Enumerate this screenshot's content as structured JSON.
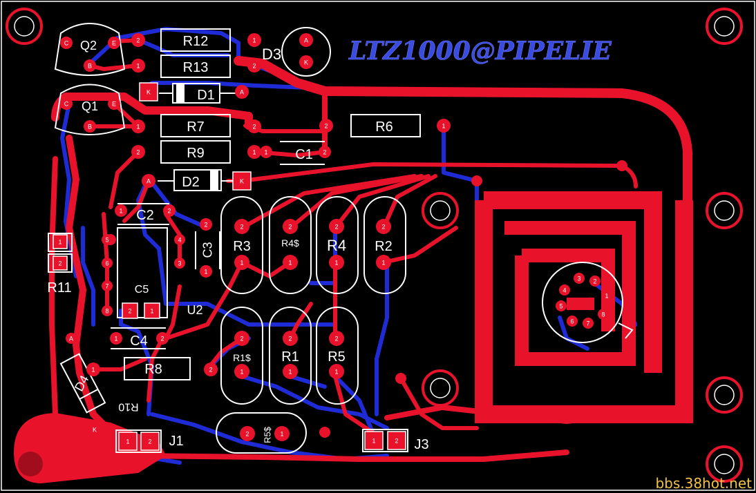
{
  "board": {
    "title": "LTZ1000@PIPELIE",
    "colors": {
      "top_copper": "#e8132b",
      "bottom_copper": "#1f2cd6",
      "silkscreen": "#ffffff",
      "background": "#000000",
      "title": "#3a4be0"
    }
  },
  "components": [
    {
      "ref": "Q2",
      "label": "Q2",
      "pins": [
        "C",
        "E",
        "B"
      ]
    },
    {
      "ref": "Q1",
      "label": "Q1",
      "pins": [
        "C",
        "E",
        "B"
      ]
    },
    {
      "ref": "R12",
      "label": "R12",
      "pins": [
        "2",
        "1"
      ]
    },
    {
      "ref": "R13",
      "label": "R13",
      "pins": [
        "1",
        "2"
      ]
    },
    {
      "ref": "D3",
      "label": "D3",
      "pins": [
        "A",
        "K"
      ]
    },
    {
      "ref": "D1",
      "label": "D1",
      "pins": [
        "K",
        "A"
      ]
    },
    {
      "ref": "R7",
      "label": "R7",
      "pins": [
        "1",
        "2"
      ]
    },
    {
      "ref": "R9",
      "label": "R9",
      "pins": [
        "2",
        "1"
      ]
    },
    {
      "ref": "C1",
      "label": "C1",
      "pins": [
        "1",
        "2"
      ]
    },
    {
      "ref": "R6",
      "label": "R6",
      "pins": [
        "2",
        "1"
      ]
    },
    {
      "ref": "D2",
      "label": "D2",
      "pins": [
        "A",
        "K"
      ]
    },
    {
      "ref": "C2",
      "label": "C2",
      "pins": [
        "1",
        "2"
      ]
    },
    {
      "ref": "C3",
      "label": "C3",
      "pins": [
        "2",
        "1"
      ]
    },
    {
      "ref": "R3",
      "label": "R3",
      "pins": [
        "2",
        "1"
      ]
    },
    {
      "ref": "R4S",
      "label": "R4$",
      "pins": [
        "2",
        "1"
      ]
    },
    {
      "ref": "R4",
      "label": "R4",
      "pins": [
        "2",
        "1"
      ]
    },
    {
      "ref": "R2",
      "label": "R2",
      "pins": [
        "2",
        "1"
      ]
    },
    {
      "ref": "R11",
      "label": "R11",
      "pins": [
        "1",
        "2"
      ]
    },
    {
      "ref": "U2",
      "label": "U2",
      "pins": [
        "1",
        "2",
        "3",
        "4",
        "5",
        "6",
        "7",
        "8"
      ]
    },
    {
      "ref": "C5",
      "label": "C5",
      "pins": [
        "2",
        "1"
      ]
    },
    {
      "ref": "C4",
      "label": "C4",
      "pins": [
        "1",
        "2"
      ]
    },
    {
      "ref": "R1S",
      "label": "R1$",
      "pins": [
        "2",
        "1"
      ]
    },
    {
      "ref": "R1",
      "label": "R1",
      "pins": [
        "2",
        "1"
      ]
    },
    {
      "ref": "R5",
      "label": "R5",
      "pins": [
        "2",
        "1"
      ]
    },
    {
      "ref": "D4",
      "label": "D4",
      "pins": [
        "A",
        "K"
      ]
    },
    {
      "ref": "R8",
      "label": "R8",
      "pins": [
        "1",
        "2"
      ]
    },
    {
      "ref": "R10",
      "label": "R10",
      "pins": []
    },
    {
      "ref": "R5S",
      "label": "R5$",
      "pins": [
        "2",
        "1"
      ]
    },
    {
      "ref": "J1",
      "label": "J1",
      "pins": [
        "1",
        "2"
      ]
    },
    {
      "ref": "J3",
      "label": "J3",
      "pins": [
        "1",
        "2"
      ]
    },
    {
      "ref": "LTZ1000",
      "label": "",
      "pins": [
        "1",
        "2",
        "3",
        "4",
        "5",
        "6",
        "7",
        "8"
      ]
    }
  ],
  "watermark": "bbs.38hot.net"
}
